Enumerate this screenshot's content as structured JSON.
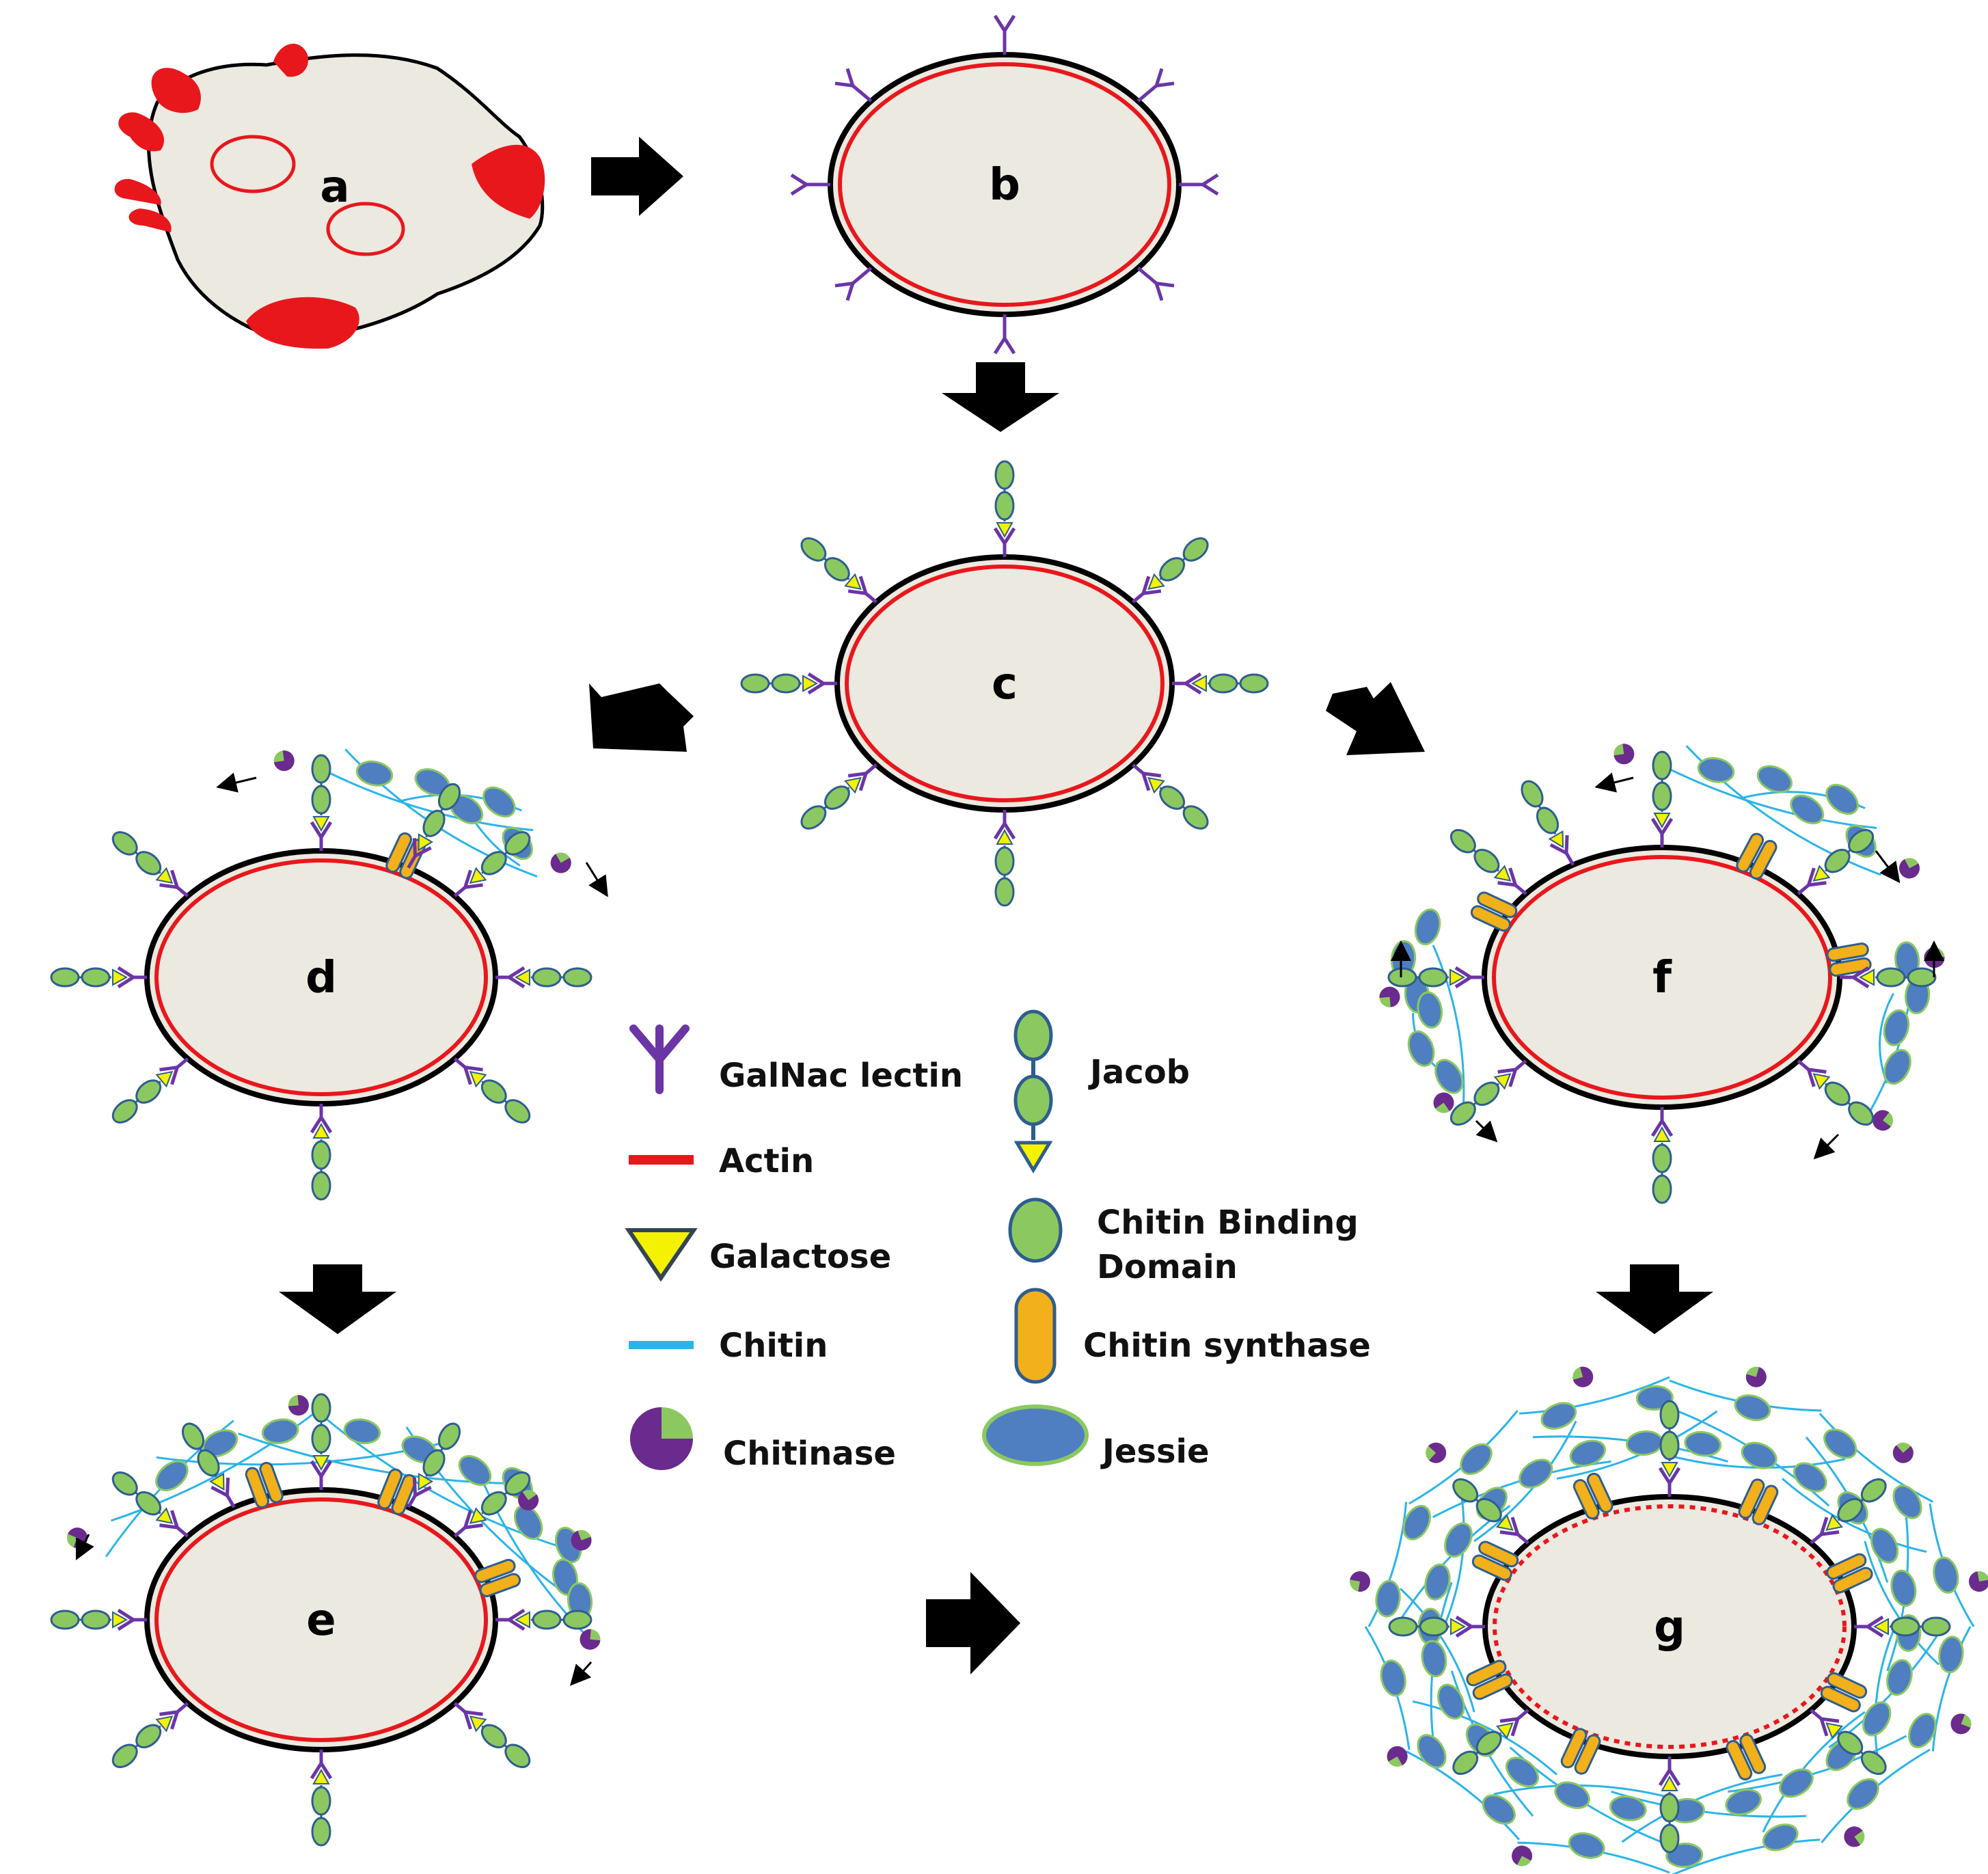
{
  "stages": {
    "a": "a",
    "b": "b",
    "c": "c",
    "d": "d",
    "e": "e",
    "f": "f",
    "g": "g"
  },
  "legend": {
    "galnac_lectin": "GalNac lectin",
    "actin": "Actin",
    "galactose": "Galactose",
    "chitin": "Chitin",
    "chitinase": "Chitinase",
    "jacob": "Jacob",
    "chitin_binding_domain_line1": "Chitin Binding",
    "chitin_binding_domain_line2": "Domain",
    "chitin_synthase": "Chitin synthase",
    "jessie": "Jessie"
  },
  "colors": {
    "cell_fill": "#ece9e0",
    "membrane": "#000000",
    "actin": "#e8171c",
    "lectin": "#6b35a6",
    "galactose": "#f4f200",
    "chitin": "#2bb4e8",
    "chitinase": "#6b2a8e",
    "cbd": "#8cc860",
    "chitin_synthase": "#f2b01b",
    "jessie": "#4f7fc0",
    "arrow": "#000000"
  }
}
